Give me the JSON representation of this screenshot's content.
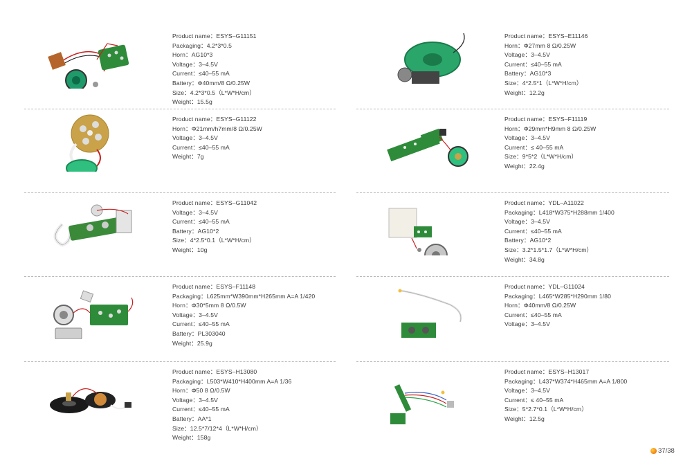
{
  "left_column": [
    {
      "id": "esys-g11151",
      "specs": [
        "Product name：ESYS–G11151",
        "Packaging：4.2*3*0.5",
        "Horn：AG10*3",
        "Voltage：3–4.5V",
        "Current：≤40–55 mA",
        "Battery：Φ40mm/8 Ω/0.25W",
        "Size：4.2*3*0.5（L*W*H/cm）",
        "Weight：15.5g"
      ]
    },
    {
      "id": "esys-g11122",
      "specs": [
        "Product name：ESYS–G11122",
        "Horn：Φ21mm/h7mm/8 Ω/0.25W",
        "Voltage：3–4.5V",
        "Current：≤40–55 mA",
        "Weight：7g"
      ]
    },
    {
      "id": "esys-g11042",
      "specs": [
        "Product name：ESYS–G11042",
        "Voltage：3–4.5V",
        "Current：≤40–55 mA",
        "Battery：AG10*2",
        "Size：4*2.5*0.1（L*W*H/cm）",
        "Weight：10g"
      ]
    },
    {
      "id": "esys-f11148",
      "specs": [
        "Product name：ESYS–F11148",
        "Packaging：L625mm*W390mm*H265mm A=A 1/420",
        "Horn：Φ30*5mm 8 Ω/0.5W",
        "Voltage：3–4.5V",
        "Current：≤40–55 mA",
        "Battery：PL303040",
        "Weight：25.9g"
      ]
    },
    {
      "id": "esys-h13080",
      "specs": [
        "Product name：ESYS–H13080",
        "Packaging：L503*W410*H400mm A=A 1/36",
        "Horn：Φ50 8 Ω/0.5W",
        "Voltage：3–4.5V",
        "Current：≤40–55 mA",
        "Battery：AA*1",
        "Size：12.5*7/12*4（L*W*H/cm）",
        "Weight：158g"
      ]
    }
  ],
  "right_column": [
    {
      "id": "esys-e11146",
      "specs": [
        "Product name：ESYS–E11146",
        "Horn：Φ27mm 8 Ω/0.25W",
        "Voltage：3–4.5V",
        "Current：≤40–55 mA",
        "Battery：AG10*3",
        "Size：4*2.5*1（L*W*H/cm）",
        "Weight：12.2g"
      ]
    },
    {
      "id": "esys-f11119",
      "specs": [
        "Product name：ESYS–F11119",
        "Horn：Φ29mm*H9mm 8 Ω/0.25W",
        "Voltage：3–4.5V",
        "Current：≤ 40–55 mA",
        "Size：9*5*2（L*W*H/cm）",
        "Weight：22.4g"
      ]
    },
    {
      "id": "ydl-a11022",
      "specs": [
        "Product name：YDL–A11022",
        "Packaging：L418*W375*H288mm 1/400",
        "Voltage：3–4.5V",
        "Current：≤40–55 mA",
        "Battery：AG10*2",
        "Size：3.2*1.5*1.7（L*W*H/cm）",
        "Weight：34.8g"
      ]
    },
    {
      "id": "ydl-g11024",
      "specs": [
        "Product name：YDL–G11024",
        "Packaging：L465*W285*H290mm 1/80",
        "Horn：Φ40mm/8 Ω/0.25W",
        "Current：≤40–55 mA",
        "Voltage：3–4.5V"
      ]
    },
    {
      "id": "esys-h13017",
      "specs": [
        "Product name：ESYS–H13017",
        "Packaging：L437*W374*H465mm A=A 1/800",
        "Voltage：3–4.5V",
        "Current：≤ 40–55 mA",
        "Size：5*2.7*0.1（L*W*H/cm）",
        "Weight：12.5g"
      ]
    }
  ],
  "page_number": "37/38",
  "colors": {
    "pcb_green": "#2e8b3a",
    "wire_red": "#c8211f",
    "wire_white": "#eeeeee",
    "speaker_green": "#1f9a6a",
    "divider": "#b9b9b9"
  }
}
